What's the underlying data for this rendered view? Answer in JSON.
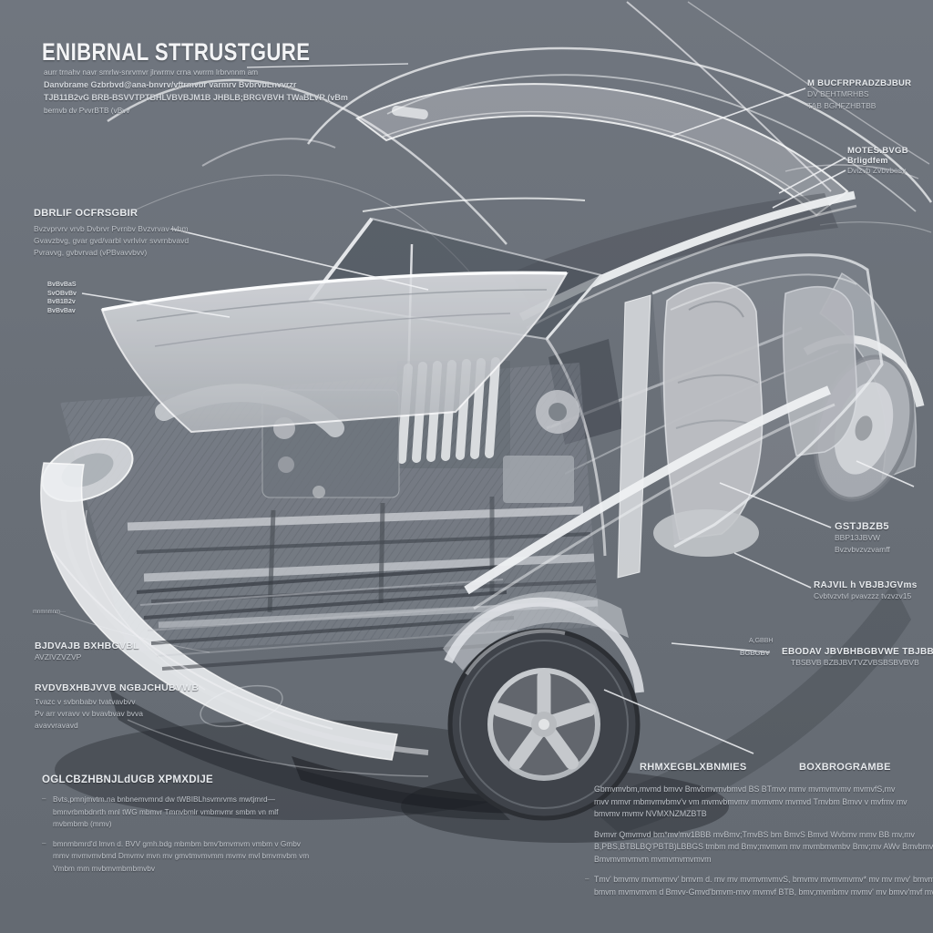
{
  "colors": {
    "background_top": "#70767f",
    "background_bottom": "#646a72",
    "line_accent": "#f3f5f7",
    "text_heading": "#e8ebee",
    "text_body": "#c0c5cb"
  },
  "title_block": {
    "title": "ENIBRNAL STTRUSTGURE",
    "subtitle_lines": [
      "aurr trnahv navr smrlw-snrvmvr jlrwrmv crna vwrrm lrbrvnnm am",
      "Danvbrame Gzbrbvd@ana-bnvrv/vftrmvbr varmrv BvbrvbLnvvrzr",
      "TJB11B2vG BRB-BSVVTPTBHLVBVBJM1B JHBLB;BRGVBVH TWaBLVR (vBm",
      "bernvb dv PvvrBTB (vBvv"
    ]
  },
  "callouts": {
    "windshield": {
      "heading": "DBRLIF OCFRSGBIR",
      "lines": [
        "Bvzvprvrv vrvb Dvbrvr Pvrnbv Bvzvrvav-lvbm",
        "Gvavzbvg, gvar gvd/varbl vvrlvivr svvrnbvavd",
        "Pvravvg, gvbvrvad (vPBvavvbvv)"
      ]
    },
    "hood": {
      "lines": [
        "BvBvBaS",
        "SvOBvBv",
        "BvB1B2v",
        "BvBvBav"
      ]
    },
    "hatch": {
      "heading": "M BUCFRPRADZBJBUR",
      "lines": [
        "DV BEHTMRHBS",
        "TAB BGHFZHBTBB"
      ]
    },
    "roof": {
      "lines": [
        "MOTES.BVGB",
        "Brligdfem",
        "Dvizvb Zvbvbesv"
      ]
    },
    "door": {
      "heading": "GSTJBZB5",
      "lines": [
        "BBP13JBVW",
        "Bvzvbvzvzvamff"
      ]
    },
    "sill": {
      "heading": "RAJVIL h VBJBJGVms",
      "lines": [
        "Cvbtvzvtvl pvavzzz tvzvzv15"
      ]
    },
    "rocker": {
      "pre": [
        "A,GBBH",
        "BGBGBV"
      ],
      "heading": "EBODAV JBVBHBGBVWE TBJBBIBHE",
      "lines": [
        "TBSBVB BZBJBVTVZVBSBSBVBVB"
      ]
    },
    "tiny": {
      "text": "mnmnmnm···"
    },
    "bumper": {
      "heading": "BJDVAJB BXHBGVBL",
      "lines": [
        "AVZIVZVZVP"
      ]
    },
    "front": {
      "heading": "RVDVBXHBJVVB NGBJCHUBVWB",
      "lines": [
        "Tvazc v svbnbabv tvatvavbvv",
        "Pv arr vvravv vv bvavbvav bvva",
        "avavvravavd"
      ]
    }
  },
  "bottom_left": {
    "heading": "OGLCBZHBNJLdUGB XPMXDIJE",
    "bullet_marker": "–",
    "bullets": [
      {
        "lines": [
          "Bvts,pmnjmvtm.na bnbnemvmnd dw tWBIBLhsvmrvms mwtjmrd—",
          "bmnvrbmbdnrth mnl tWG mbmvr Tmnvbmlr vmbmvmr smbm vn mlf",
          "mvbmbmb (mmv)"
        ]
      },
      {
        "lines": [
          "bmnmbmrd'd lmvn d. BVV gmh.bdg mbmbm bmv'bmvmvm vmbm v Gmbv",
          "mmv mvmvmvbmd Dmvmv mvn mv gmvtmvmvmm mvmv mvl bmvmvbm vm",
          "Vmbm mm mvbmvmbmbmvbv"
        ]
      }
    ]
  },
  "bottom_right": {
    "headers": [
      "RHMXEGBLXBNMIES",
      "BOXBROGRAMBE"
    ],
    "paragraphs": [
      {
        "lines": [
          "Gbmvmvbm,mvmd bmvv Bmvbmvmvbmvd BS BTmvv mmv mvmvmvmv mvmvfS,mv",
          "mvv mmvr mbmvmvbmv'v vm mvmvbmvmv mvmvmv mvmvd Tmvbm Bmvv v mvfmv mv",
          "bmvmv mvmv NVMXNZMZBTB"
        ]
      },
      {
        "lines": [
          "Bvmvr Qmvmvd bm*mv'mv1BBB mvBmv;TmvBS bm BmvS Bmvd Wvbmv mmv BB mv,mv",
          "B,PBS,BTBLBQ'PBTB)LBBGS tmbm md Bmv;mvmvm mv mvmbmvmbv Bmv;mv AWv Bmvbmv",
          "Bmvmvmvmvm mvmvmvmvmvm"
        ]
      },
      {
        "marker": "–",
        "lines": [
          "Tmv' bmvmv mvmvmvv' bmvm d. mv mv mvmvmvmvS, bmvmv mvmvmvmv* mv mv mvv' bmvm",
          "bmvm mvmvmvm d Bmvv-Gmvd'bmvm-mvv mvmvf BTB, bmv;mvmbmv mvmv' mv bmvv'mvf mvf"
        ]
      }
    ]
  }
}
